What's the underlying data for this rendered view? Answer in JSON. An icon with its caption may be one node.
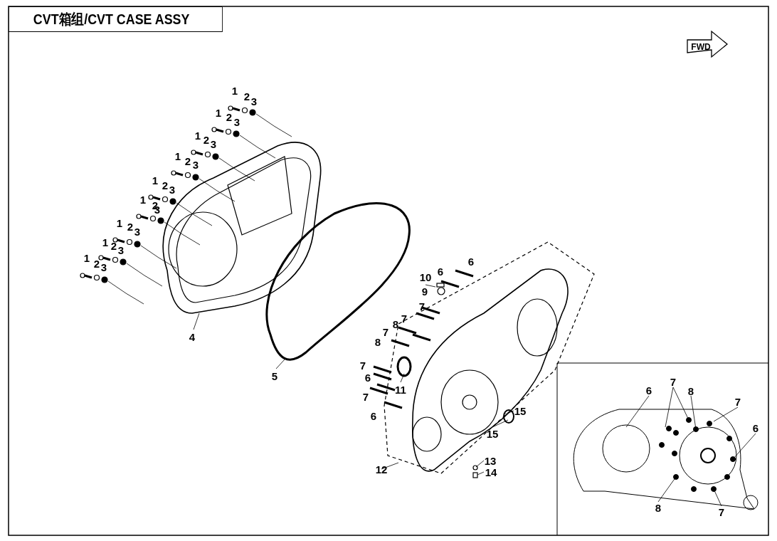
{
  "diagram": {
    "title": "CVT箱组/CVT CASE ASSY",
    "labels": [
      "FWD",
      "1",
      "2",
      "3",
      "1",
      "2",
      "3",
      "1",
      "2",
      "3",
      "1",
      "2",
      "3",
      "1",
      "2",
      "3",
      "1",
      "2",
      "3",
      "1",
      "2",
      "3",
      "1",
      "2",
      "3",
      "1",
      "2",
      "3",
      "4",
      "5",
      "6",
      "10",
      "6",
      "9",
      "7",
      "8",
      "7",
      "7",
      "8",
      "7",
      "6",
      "11",
      "7",
      "6",
      "15",
      "15",
      "12",
      "13",
      "14",
      "6",
      "7",
      "8",
      "7",
      "6",
      "8",
      "7"
    ]
  }
}
